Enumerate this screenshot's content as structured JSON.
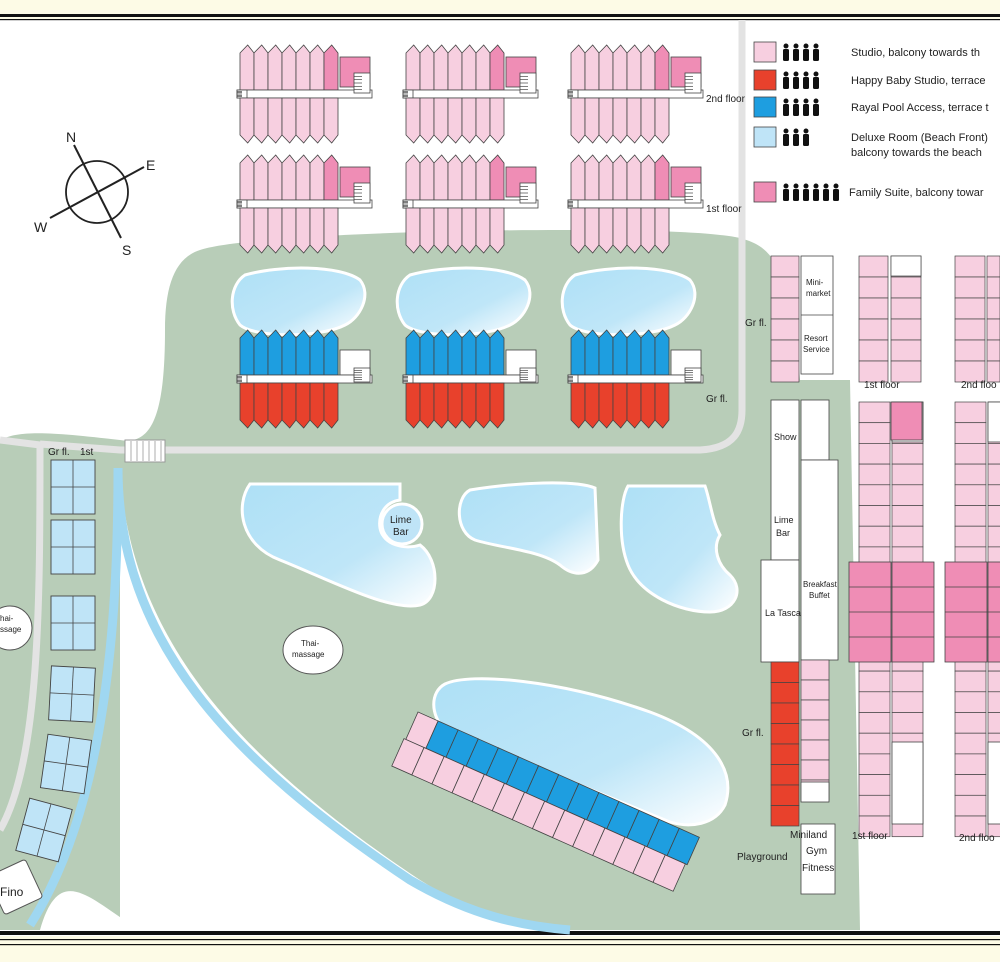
{
  "legend": {
    "items": [
      {
        "label": "Studio, balcony towards th",
        "color": "#f7cfe0",
        "persons": 4
      },
      {
        "label": "Happy Baby Studio, terrace",
        "color": "#e8412c",
        "persons": 4
      },
      {
        "label": "Rayal Pool Access, terrace t",
        "color": "#1e9ee0",
        "persons": 4
      },
      {
        "label": "Deluxe Room (Beach Front)",
        "label2": "balcony towards the beach",
        "color": "#bfe4f7",
        "persons": 3
      },
      {
        "label": "Family Suite, balcony towar",
        "color": "#ef8db5",
        "persons": 6
      }
    ]
  },
  "compass": {
    "n": "N",
    "e": "E",
    "s": "S",
    "w": "W"
  },
  "floors": {
    "second": "2nd floor",
    "first": "1st floor",
    "ground": "Gr fl.",
    "ground_left": "Gr fl.",
    "first_left": "1st",
    "first_bottom_a": "1st floor",
    "second_bottom_a": "2nd floo",
    "first_top_a": "1st floor",
    "second_top_a": "2nd floo",
    "ground_right": "Gr fl.",
    "ground_right2": "Gr fl."
  },
  "facilities": {
    "minimarket_a": "Mini-",
    "minimarket_b": "market",
    "resort_a": "Resort",
    "resort_b": "Service",
    "show": "Show",
    "lime_a": "Lime",
    "lime_b": "Bar",
    "lime_bar_a": "Lime",
    "lime_bar_b": "Bar",
    "breakfast_a": "Breakfast",
    "breakfast_b": "Buffet",
    "la_tasca": "La Tasca",
    "thai_a": "Thai-",
    "thai_b": "massage",
    "thai_left_a": "hai-",
    "thai_left_b": "ssage",
    "miniland": "Miniland",
    "gym": "Gym",
    "fitness": "Fitness",
    "playground": "Playground",
    "fino": "Fino"
  },
  "colors": {
    "studio": "#f7cfe0",
    "baby": "#e8412c",
    "pool_access": "#1e9ee0",
    "deluxe": "#bfe4f7",
    "family": "#ef8db5",
    "lawn": "#b8cdb8",
    "pool": "#bfe4f7",
    "path": "#dfdfdf"
  }
}
